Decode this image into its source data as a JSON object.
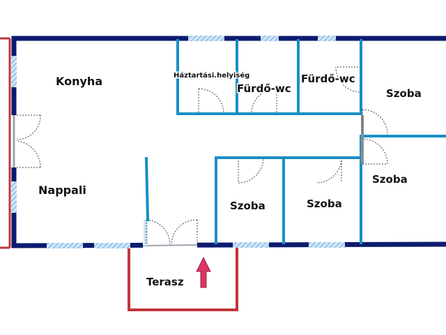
{
  "rooms": {
    "konyha": "Konyha",
    "nappali": "Nappali",
    "haztartasi": "Háztartási.helyiség",
    "furdo_wc_1": "Fürdő-wc",
    "furdo_wc_2": "Fürdő-wc",
    "szoba_top_right": "Szoba",
    "szoba_mid_right": "Szoba",
    "szoba_bottom_1": "Szoba",
    "szoba_bottom_2": "Szoba",
    "terasz": "Terasz"
  },
  "colors": {
    "outer_wall": "#0d1b6e",
    "inner_wall": "#1a8fc4",
    "window": "#9cc9ee",
    "terrace": "#c0353d",
    "entrance_arrow": "#d93663"
  },
  "icons": {
    "entrance": "arrow-up-icon"
  }
}
